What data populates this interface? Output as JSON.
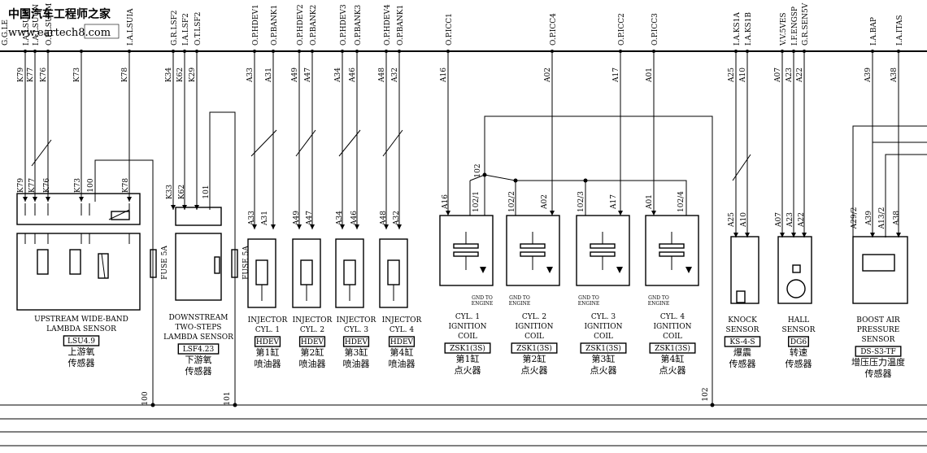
{
  "watermark": {
    "brand": "中国汽车工程师之家",
    "url": "www.eartech8.com"
  },
  "top_signals": [
    "G.G.LE",
    "I.A.LSUIP",
    "I.A.LSUUN",
    "O.P.LSUVM",
    "I.A.LSUIA",
    "G.R.LSF2",
    "I.A.LSF2",
    "O.T.LSF2",
    "O.P.HDEV1",
    "O.P.BANK1",
    "O.P.HDEV2",
    "O.P.BANK2",
    "O.P.HDEV3",
    "O.P.BANK3",
    "O.P.HDEV4",
    "O.P.BANK1",
    "O.P.ICC1",
    "O.P.ICC4",
    "O.P.ICC2",
    "O.P.ICC3",
    "I.A.KS1A",
    "I.A.KS1B",
    "V.V.5VES",
    "I.F.ENGSP",
    "G.R.SEN5V",
    "I.A.BAP",
    "I.A.ITAS"
  ],
  "pins_top": [
    "K79",
    "K77",
    "K76",
    "K73",
    "K78",
    "K34",
    "K62",
    "K29",
    "A33",
    "A31",
    "A49",
    "A47",
    "A34",
    "A46",
    "A48",
    "A32",
    "A16",
    "A02",
    "A17",
    "A01",
    "A25",
    "A10",
    "A07",
    "A23",
    "A22",
    "A39",
    "A38"
  ],
  "pins_conn": [
    "K79",
    "K77",
    "K76",
    "K73",
    "100",
    "K78",
    "K33",
    "K62",
    "101",
    "A33",
    "A31",
    "A49",
    "A47",
    "A34",
    "A46",
    "A48",
    "A32",
    "A16",
    "102/1",
    "102/2",
    "A02",
    "102/3",
    "A17",
    "A01",
    "102/4",
    "A25",
    "A10",
    "A07",
    "A23",
    "A22",
    "A29/2",
    "A39",
    "A13/2",
    "A38"
  ],
  "wire_labels": {
    "w100": "100",
    "w101": "101",
    "w102": "102"
  },
  "fuses": [
    "FUSE 5A",
    "FUSE 5A"
  ],
  "coil_terminals": {
    "gnd_to": "GND TO",
    "engine": "ENGINE"
  },
  "components": [
    {
      "en1": "UPSTREAM WIDE-BAND",
      "en2": "LAMBDA SENSOR",
      "code": "LSU4.9",
      "zh1": "上游氧",
      "zh2": "传感器"
    },
    {
      "en1": "DOWNSTREAM",
      "en2": "TWO-STEPS",
      "en3": "LAMBDA SENSOR",
      "code": "LSF4.23",
      "zh1": "下游氧",
      "zh2": "传感器"
    },
    {
      "en1": "INJECTOR",
      "en2": "CYL. 1",
      "code": "HDEV",
      "zh1": "第1缸",
      "zh2": "喷油器"
    },
    {
      "en1": "INJECTOR",
      "en2": "CYL. 2",
      "code": "HDEV",
      "zh1": "第2缸",
      "zh2": "喷油器"
    },
    {
      "en1": "INJECTOR",
      "en2": "CYL. 3",
      "code": "HDEV",
      "zh1": "第3缸",
      "zh2": "喷油器"
    },
    {
      "en1": "INJECTOR",
      "en2": "CYL. 4",
      "code": "HDEV",
      "zh1": "第4缸",
      "zh2": "喷油器"
    },
    {
      "en1": "CYL. 1",
      "en2": "IGNITION",
      "en3": "COIL",
      "code": "ZSK1(3S)",
      "zh1": "第1缸",
      "zh2": "点火器"
    },
    {
      "en1": "CYL. 2",
      "en2": "IGNITION",
      "en3": "COIL",
      "code": "ZSK1(3S)",
      "zh1": "第2缸",
      "zh2": "点火器"
    },
    {
      "en1": "CYL. 3",
      "en2": "IGNITION",
      "en3": "COIL",
      "code": "ZSK1(3S)",
      "zh1": "第3缸",
      "zh2": "点火器"
    },
    {
      "en1": "CYL. 4",
      "en2": "IGNITION",
      "en3": "COIL",
      "code": "ZSK1(3S)",
      "zh1": "第4缸",
      "zh2": "点火器"
    },
    {
      "en1": "KNOCK",
      "en2": "SENSOR",
      "code": "KS-4-S",
      "zh1": "爆震",
      "zh2": "传感器"
    },
    {
      "en1": "HALL",
      "en2": "SENSOR",
      "code": "DG6",
      "zh1": "转速",
      "zh2": "传感器"
    },
    {
      "en1": "BOOST AIR",
      "en2": "PRESSURE",
      "en3": "SENSOR",
      "code": "DS-S3-TF",
      "zh1": "增压压力温度",
      "zh2": "传感器"
    }
  ]
}
